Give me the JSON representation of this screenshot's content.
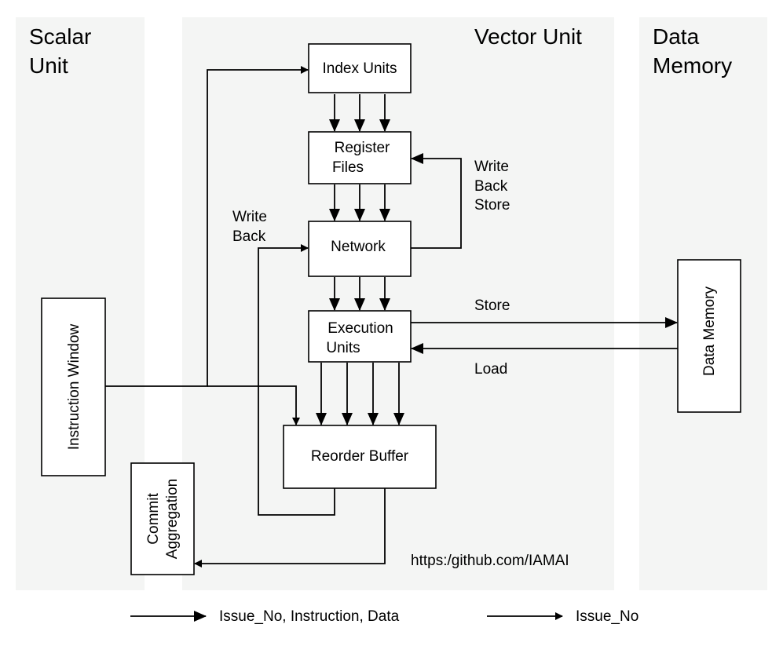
{
  "regions": {
    "scalar": {
      "title_line1": "Scalar",
      "title_line2": "Unit"
    },
    "vector": {
      "title": "Vector Unit"
    },
    "memory": {
      "title_line1": "Data",
      "title_line2": "Memory"
    }
  },
  "boxes": {
    "index_units": "Index Units",
    "register_files_line1": "Register",
    "register_files_line2": "Files",
    "network": "Network",
    "execution_units_line1": "Execution",
    "execution_units_line2": "Units",
    "reorder_buffer": "Reorder Buffer",
    "instruction_window": "Instruction Window",
    "commit_aggregation_line1": "Commit",
    "commit_aggregation_line2": "Aggregation",
    "data_memory": "Data Memory"
  },
  "edge_labels": {
    "write_back_store_line1": "Write",
    "write_back_store_line2": "Back",
    "write_back_store_line3": "Store",
    "write_back_line1": "Write",
    "write_back_line2": "Back",
    "store": "Store",
    "load": "Load"
  },
  "source_url": "https:/github.com/IAMAI",
  "legend": {
    "thick_arrow": "Issue_No, Instruction, Data",
    "thin_arrow": "Issue_No"
  }
}
